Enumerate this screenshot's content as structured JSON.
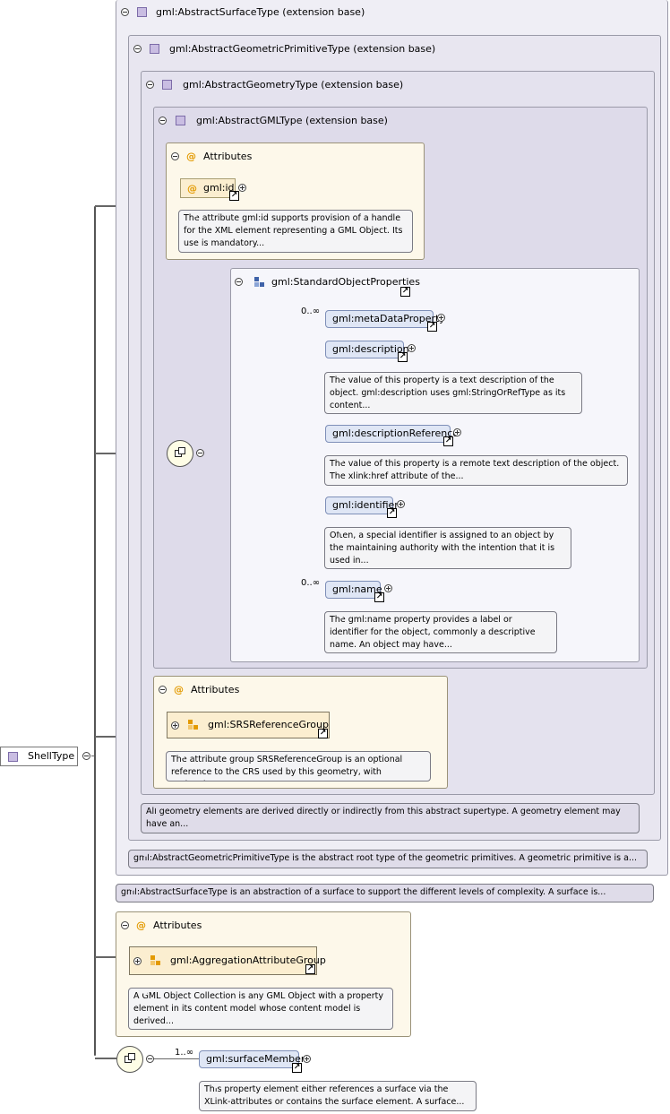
{
  "root": {
    "label": "ShellType"
  },
  "surface_type": {
    "header": "gml:AbstractSurfaceType (extension base)",
    "doc": "gml:AbstractSurfaceType is an abstraction of a surface to support the different levels of complexity. A surface is..."
  },
  "primitive_type": {
    "header": "gml:AbstractGeometricPrimitiveType (extension base)",
    "doc": "gml:AbstractGeometricPrimitiveType is the abstract root type of the geometric primitives. A geometric primitive is a..."
  },
  "geometry_type": {
    "header": "gml:AbstractGeometryType (extension base)",
    "doc": "All geometry elements are derived directly or indirectly from this abstract supertype. A geometry element may have an..."
  },
  "gml_type": {
    "header": "gml:AbstractGMLType (extension base)"
  },
  "attrs_gml": {
    "title": "Attributes",
    "id_label": "gml:id",
    "id_doc": "The attribute gml:id supports provision of a handle for the XML element representing a GML Object. Its use is mandatory..."
  },
  "std_props": {
    "title": "gml:StandardObjectProperties",
    "metadata": {
      "label": "gml:metaDataProperty",
      "occurs": "0..∞"
    },
    "description": {
      "label": "gml:description",
      "doc": "The value of this property is a text description of the object. gml:description uses gml:StringOrRefType as its content..."
    },
    "description_ref": {
      "label": "gml:descriptionReference",
      "doc": "The value of this property is a remote text description of the object. The xlink:href attribute of the..."
    },
    "identifier": {
      "label": "gml:identifier",
      "doc": "Often, a special identifier is assigned to an object by the maintaining authority with the intention that it is used in..."
    },
    "name": {
      "label": "gml:name",
      "occurs": "0..∞",
      "doc": "The gml:name property provides a label or identifier for the object, commonly a descriptive name. An object may have..."
    }
  },
  "attrs_srs": {
    "title": "Attributes",
    "group_label": "gml:SRSReferenceGroup",
    "doc": "The attribute group SRSReferenceGroup is an optional reference to the CRS used by this geometry, with optional..."
  },
  "attrs_agg": {
    "title": "Attributes",
    "group_label": "gml:AggregationAttributeGroup",
    "doc": "A GML Object Collection is any GML Object with a property element in its content model whose content model is derived..."
  },
  "surface_member": {
    "label": "gml:surfaceMember",
    "occurs": "1..∞",
    "doc": "This property element either references a surface via the XLink-attributes or contains the surface element. A surface..."
  },
  "colors": {
    "type_icon": "#c9bde2",
    "attr_box": "#fdf8ea",
    "element": "#dfe6f5",
    "attr_at": "#e39a00"
  }
}
